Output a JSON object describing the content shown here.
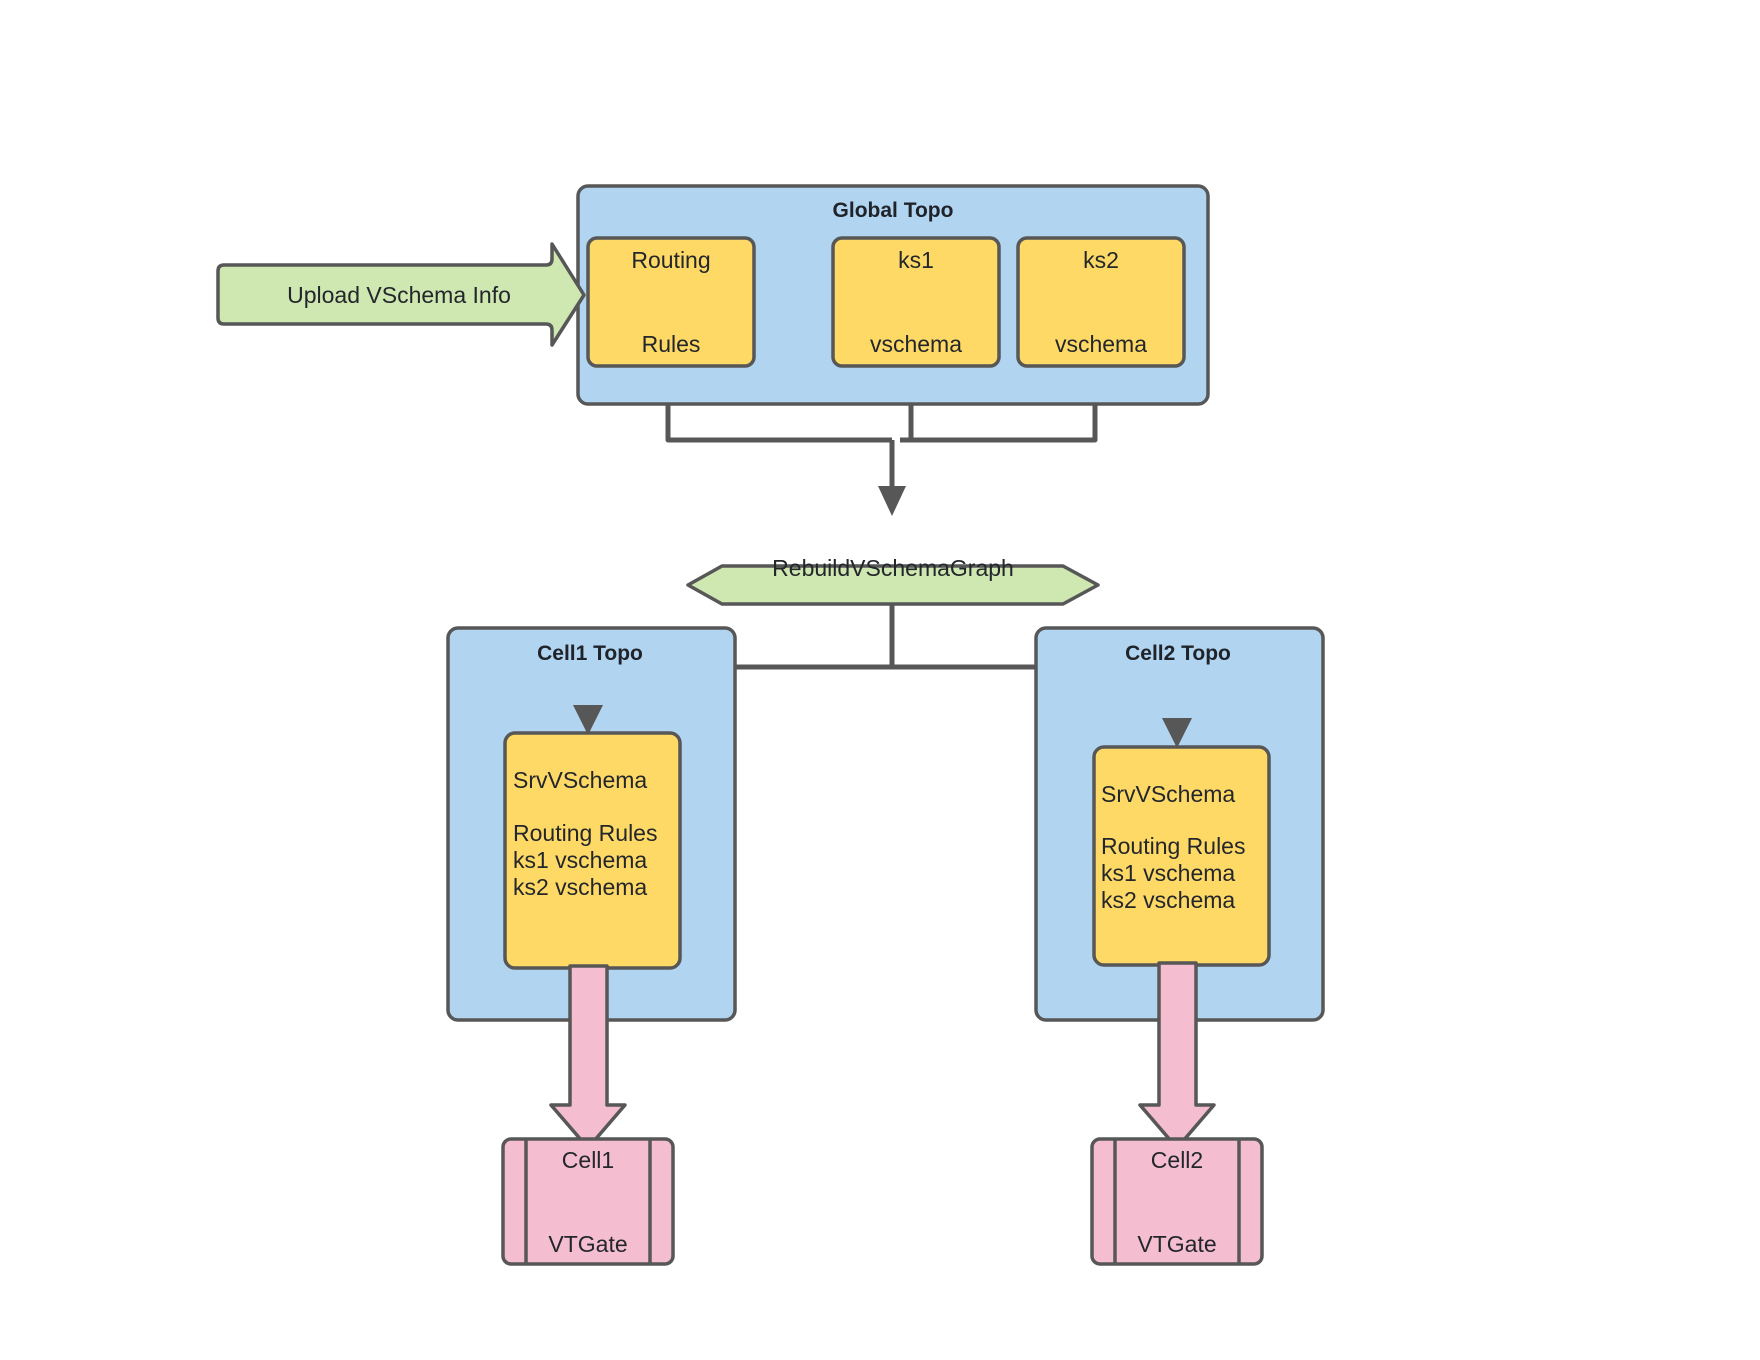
{
  "diagram": {
    "title_semantic": "vschema-rebuild-topology-flow",
    "colors": {
      "topo_container_fill": "#b1d5f0",
      "topo_node_fill": "#ffd966",
      "action_fill": "#cfe7b0",
      "vtgate_fill": "#f4bdd0",
      "stroke": "#575757",
      "text": "#23272b",
      "background": "#ffffff"
    },
    "input_arrow": {
      "label": "Upload VSchema Info"
    },
    "global_topo": {
      "title": "Global Topo",
      "nodes": [
        {
          "line1": "Routing",
          "line2": "Rules"
        },
        {
          "line1": "ks1",
          "line2": "vschema"
        },
        {
          "line1": "ks2",
          "line2": "vschema"
        }
      ]
    },
    "process": {
      "label": "RebuildVSchemaGraph"
    },
    "cells": [
      {
        "title": "Cell1 Topo",
        "srv": {
          "heading": "SrvVSchema",
          "items": [
            "Routing Rules",
            "ks1 vschema",
            "ks2 vschema"
          ]
        },
        "vtgate": {
          "line1": "Cell1",
          "line2": "VTGate"
        }
      },
      {
        "title": "Cell2 Topo",
        "srv": {
          "heading": "SrvVSchema",
          "items": [
            "Routing Rules",
            "ks1 vschema",
            "ks2 vschema"
          ]
        },
        "vtgate": {
          "line1": "Cell2",
          "line2": "VTGate"
        }
      }
    ]
  }
}
